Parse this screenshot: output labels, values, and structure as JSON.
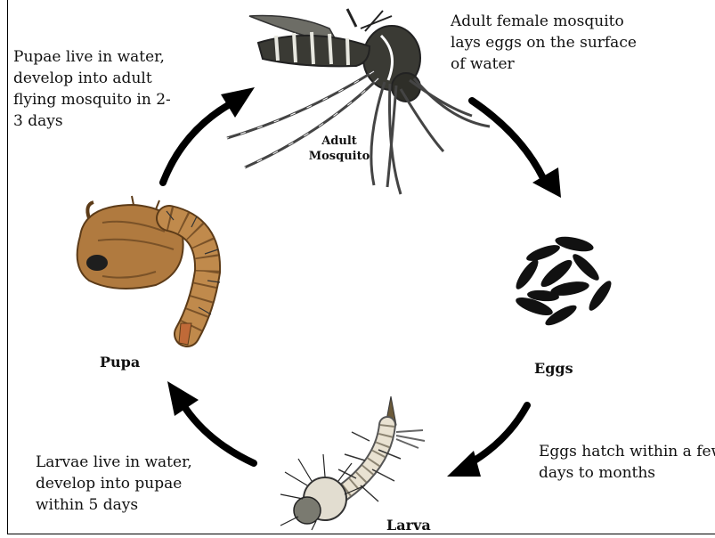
{
  "stages": {
    "adult": {
      "label_lines": [
        "Adult",
        "Mosquito"
      ]
    },
    "eggs": {
      "label": "Eggs"
    },
    "larva": {
      "label": "Larva"
    },
    "pupa": {
      "label": "Pupa"
    }
  },
  "captions": {
    "adult_to_eggs": [
      "Adult female mosquito",
      "lays eggs on the surface",
      "of water"
    ],
    "eggs_to_larva": [
      "Eggs hatch within a few",
      "days to months"
    ],
    "larva_to_pupa": [
      "Larvae live in water,",
      "develop into pupae",
      "within 5 days"
    ],
    "pupa_to_adult": [
      "Pupae live in water,",
      "develop into adult",
      "flying mosquito in 2-",
      "3 days"
    ]
  },
  "colors": {
    "arrow": "#000000",
    "mosquito_body": "#3a3a34",
    "pupa_body": "#b07a3f",
    "larva_body": "#e9e2d2",
    "egg": "#111111"
  },
  "icons": [
    "mosquito-illustration",
    "eggs-illustration",
    "larva-illustration",
    "pupa-illustration",
    "cycle-arrow"
  ]
}
